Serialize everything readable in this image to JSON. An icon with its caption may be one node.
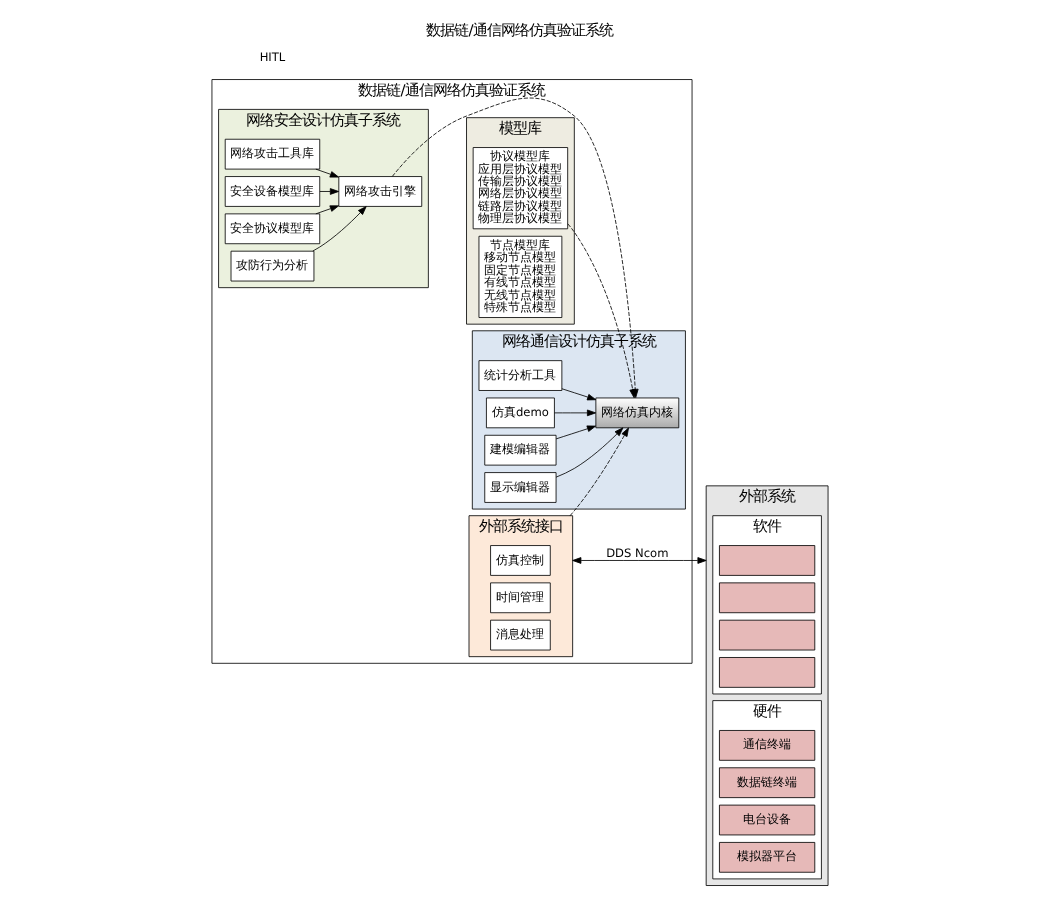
{
  "diagram": {
    "title": "数据链/通信网络仿真验证系统",
    "nodes": [
      {
        "text": [
          "数据链/通信网络仿真验证系统"
        ]
      },
      {
        "text": [
          "网络通信设计仿真子系统"
        ],
        "in": 0
      },
      {
        "text": [
          "统计分析工具"
        ],
        "in": 1
      },
      {
        "text": [
          "仿真demo"
        ],
        "in": 1
      },
      {
        "text": [
          "网络仿真内核"
        ],
        "in": 1
      },
      {
        "text": [
          "建模编辑器"
        ],
        "in": 1
      },
      {
        "text": [
          "显示编辑器"
        ],
        "in": 1
      },
      {
        "text": [
          "网络安全设计仿真子系统"
        ],
        "in": 0
      },
      {
        "text": [
          "网络攻击工具库"
        ],
        "in": 7
      },
      {
        "text": [
          "安全设备模型库"
        ],
        "in": 7
      },
      {
        "text": [
          "网络攻击引擎"
        ],
        "in": 7
      },
      {
        "text": [
          "安全协议模型库"
        ],
        "in": 7
      },
      {
        "text": [
          "攻防行为分析"
        ],
        "in": 7
      },
      {
        "text": [
          "模型库"
        ],
        "in": 0
      },
      {
        "text": [
          "协议模型库",
          "应用层协议模型",
          "传输层协议模型",
          "网络层协议模型",
          "链路层协议模型",
          "物理层协议模型"
        ],
        "in": 13
      },
      {
        "text": [
          "节点模型库",
          "移动节点模型",
          "固定节点模型",
          "有线节点模型",
          "无线节点模型",
          "特殊节点模型"
        ],
        "in": 13
      },
      {
        "text": [
          "外部系统接口"
        ],
        "in": 0
      },
      {
        "text": [
          "仿真控制"
        ],
        "in": 16
      },
      {
        "text": [
          "时间管理"
        ],
        "in": 16
      },
      {
        "text": [
          "消息处理"
        ],
        "in": 16
      },
      {
        "text": [
          "外部系统"
        ]
      },
      {
        "text": [
          "软件"
        ],
        "in": 20
      },
      {
        "text": [],
        "shape": "box",
        "in": 21
      },
      {
        "text": [],
        "shape": "box",
        "in": 21
      },
      {
        "text": [],
        "shape": "box",
        "in": 21
      },
      {
        "text": [],
        "shape": "box",
        "in": 21
      },
      {
        "text": [
          "硬件"
        ],
        "in": 20
      },
      {
        "text": [
          "通信终端"
        ],
        "in": 26
      },
      {
        "text": [
          "数据链终端"
        ],
        "in": 26
      },
      {
        "text": [
          "电台设备"
        ],
        "in": 26
      },
      {
        "text": [
          "模拟器平台"
        ],
        "in": 26
      }
    ],
    "edges": [
      {
        "from": 2,
        "to": 4,
        "arrow": "to"
      },
      {
        "from": 3,
        "to": 4,
        "arrow": "to"
      },
      {
        "from": 5,
        "to": 4,
        "arrow": "to"
      },
      {
        "from": 6,
        "to": 4,
        "arrow": "to"
      },
      {
        "from": 8,
        "to": 10,
        "arrow": "to"
      },
      {
        "from": 9,
        "to": 10,
        "arrow": "to"
      },
      {
        "from": 11,
        "to": 10,
        "arrow": "to"
      },
      {
        "from": 12,
        "to": 10,
        "arrow": "to"
      },
      {
        "from": 10,
        "to": 4,
        "arrow": "to",
        "style": "dashed"
      },
      {
        "from": 16,
        "to": 4,
        "arrow": "to",
        "style": "dashed"
      },
      {
        "from": 14,
        "to": 4,
        "arrow": "to",
        "style": "dashed"
      },
      {
        "from": 16,
        "to": 20,
        "arrow": "both",
        "label": "DDS Ncom"
      }
    ],
    "labels": [
      "HITL"
    ]
  }
}
